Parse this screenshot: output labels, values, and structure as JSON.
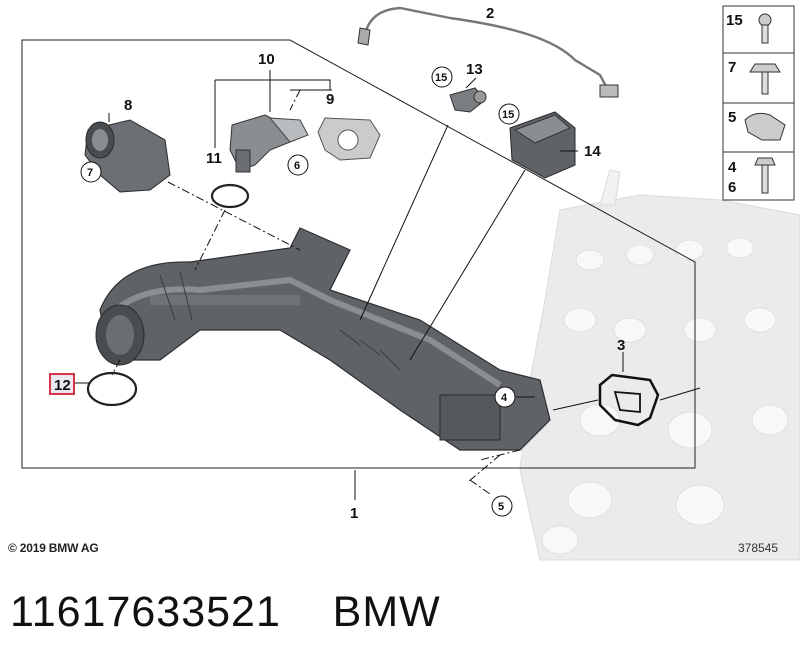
{
  "diagram": {
    "callouts": {
      "p1": "1",
      "p2": "2",
      "p3": "3",
      "p8": "8",
      "p9": "9",
      "p10": "10",
      "p11": "11",
      "p12": "12",
      "p13": "13",
      "p14": "14"
    },
    "circled": {
      "c4": "4",
      "c5": "5",
      "c6": "6",
      "c7": "7",
      "c15a": "15",
      "c15b": "15"
    },
    "side_panel": {
      "r1": "15",
      "r2": "7",
      "r3": "5",
      "r4a": "4",
      "r4b": "6"
    },
    "highlight_color": "#d8334a"
  },
  "copyright": "© 2019 BMW AG",
  "drawing_number": "378545",
  "footer": {
    "part_number": "11617633521",
    "brand": "BMW"
  }
}
